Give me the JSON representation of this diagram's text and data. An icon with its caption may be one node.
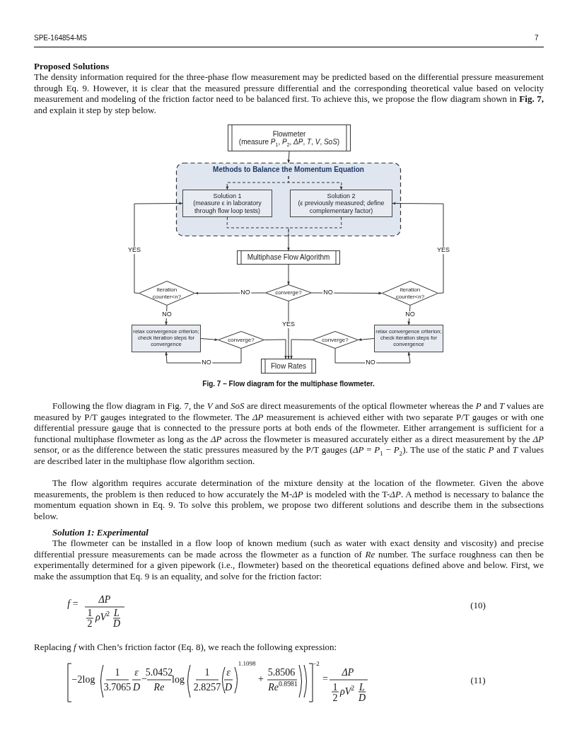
{
  "diagram": {
    "caption": "Fig. 7 – Flow diagram for the multiphase flowmeter.",
    "nodes": [
      {
        "text": [
          "Flowmeter",
          "(measure *P*$_{1}$, *P*$_{2}$, *ΔP*, *T*, *V*, *SoS*)"
        ]
      },
      {
        "text": [
          "Methods to Balance the Momentum Equation"
        ]
      },
      {
        "text": [
          "Solution 1",
          "(measure ε in laboratory through flow loop tests)"
        ],
        "in": 1
      },
      {
        "text": [
          "Solution 2",
          "(ε previously measured; define complementary factor)"
        ],
        "in": 1
      },
      {
        "text": [
          "Multiphase Flow Algorithm"
        ]
      },
      {
        "text": [
          "converge?"
        ]
      },
      {
        "text": [
          "iteration counter<n?"
        ]
      },
      {
        "text": [
          "iteration counter<n?"
        ]
      },
      {
        "text": [
          "relax convergence criterion; check iteration steps for convergence"
        ]
      },
      {
        "text": [
          "converge?"
        ]
      },
      {
        "text": [
          "converge?"
        ]
      },
      {
        "text": [
          "relax convergence criterion; check iteration steps for convergence"
        ]
      },
      {
        "text": [
          "Flow Rates"
        ]
      }
    ],
    "edges": [
      {
        "from": 0,
        "to": 1,
        "arrow": "to"
      },
      {
        "from": 1,
        "to": 2,
        "arrow": "to",
        "style": "dashed"
      },
      {
        "from": 1,
        "to": 3,
        "arrow": "to",
        "style": "dashed"
      },
      {
        "from": 2,
        "to": 1,
        "arrow": "none",
        "style": "dashed"
      },
      {
        "from": 3,
        "to": 1,
        "arrow": "none",
        "style": "dashed"
      },
      {
        "from": 1,
        "to": 4,
        "arrow": "to"
      },
      {
        "from": 4,
        "to": 5,
        "arrow": "to"
      },
      {
        "from": 5,
        "to": 6,
        "arrow": "to",
        "label": "NO"
      },
      {
        "from": 5,
        "to": 7,
        "arrow": "to",
        "label": "NO"
      },
      {
        "from": 5,
        "to": 12,
        "arrow": "to",
        "label": "YES"
      },
      {
        "from": 6,
        "to": 2,
        "arrow": "to",
        "label": "YES"
      },
      {
        "from": 7,
        "to": 3,
        "arrow": "to",
        "label": "YES"
      },
      {
        "from": 6,
        "to": 8,
        "arrow": "to",
        "label": "NO"
      },
      {
        "from": 7,
        "to": 11,
        "arrow": "to",
        "label": "NO"
      },
      {
        "from": 8,
        "to": 9,
        "arrow": "to"
      },
      {
        "from": 11,
        "to": 10,
        "arrow": "to"
      },
      {
        "from": 9,
        "to": 12,
        "arrow": "to"
      },
      {
        "from": 10,
        "to": 12,
        "arrow": "to"
      },
      {
        "from": 9,
        "to": 8,
        "arrow": "to",
        "label": "NO"
      },
      {
        "from": 10,
        "to": 11,
        "arrow": "to",
        "label": "NO"
      }
    ],
    "labels": [
      "SPE-164854-MS",
      "7",
      "Proposed Solutions",
      "The density information required for the three-phase flow measurement may be predicted based on the differential pressure measurement through Eq. 9. However, it is clear that the measured pressure differential and the corresponding theoretical value based on velocity measurement and modeling of the friction factor need to be balanced first. To achieve this, we propose the flow diagram shown in **Fig. 7,** and explain it step by step below.",
      "Following the flow diagram in Fig. 7, the *V* and *SoS* are direct measurements of the optical flowmeter whereas the *P* and *T* values are measured by P/T gauges integrated to the flowmeter. The *ΔP* measurement is achieved either with two separate P/T gauges or with one differential pressure gauge that is connected to the pressure ports at both ends of the flowmeter. Either arrangement is sufficient for a functional multiphase flowmeter as long as the *ΔP* across the flowmeter is measured accurately either as a direct measurement by the *ΔP* sensor, or as the difference between the static pressures measured by the P/T gauges (*ΔP* = *P*$_{1}$ − *P*$_{2}$). The use of the static *P* and *T* values are described later in the multiphase flow algorithm section.",
      "The flow algorithm requires accurate determination of the mixture density at the location of the flowmeter. Given the above measurements, the problem is then reduced to how accurately the M-*ΔP* is modeled with the T-*ΔP*. A method is necessary to balance the momentum equation shown in Eq. 9. To solve this problem, we propose two different solutions and describe them in the subsections below.",
      "Solution 1: Experimental",
      "The flowmeter can be installed in a flow loop of known medium (such as water with exact density and viscosity) and precise differential pressure measurements can be made across the flowmeter as a function of *Re* number. The surface roughness can then be experimentally determined for a given pipework (i.e., flowmeter) based on the theoretical equations defined above and below. First, we make the assumption that Eq. 9 is an equality, and solve for the friction factor:",
      "*f* =",
      "*ΔP*",
      "1",
      "2",
      "*ρV*$^{2}$",
      "*L*",
      "*D*",
      "(10)",
      "Replacing *f* with Chen’s friction factor (Eq. 8), we reach the following expression:",
      "−2log",
      "1",
      "3.7065",
      "*ε*",
      "*D*",
      "−",
      "5.0452",
      "*Re*",
      "log",
      "1",
      "2.8257",
      "*ε*",
      "*D*",
      "1.1098",
      "+",
      "5.8506",
      "*Re*$^{0.8981}$",
      "−2",
      "=",
      "*ΔP*",
      "1",
      "2",
      "*ρV*$^{2}$",
      "*L*",
      "*D*",
      "(11)"
    ]
  }
}
